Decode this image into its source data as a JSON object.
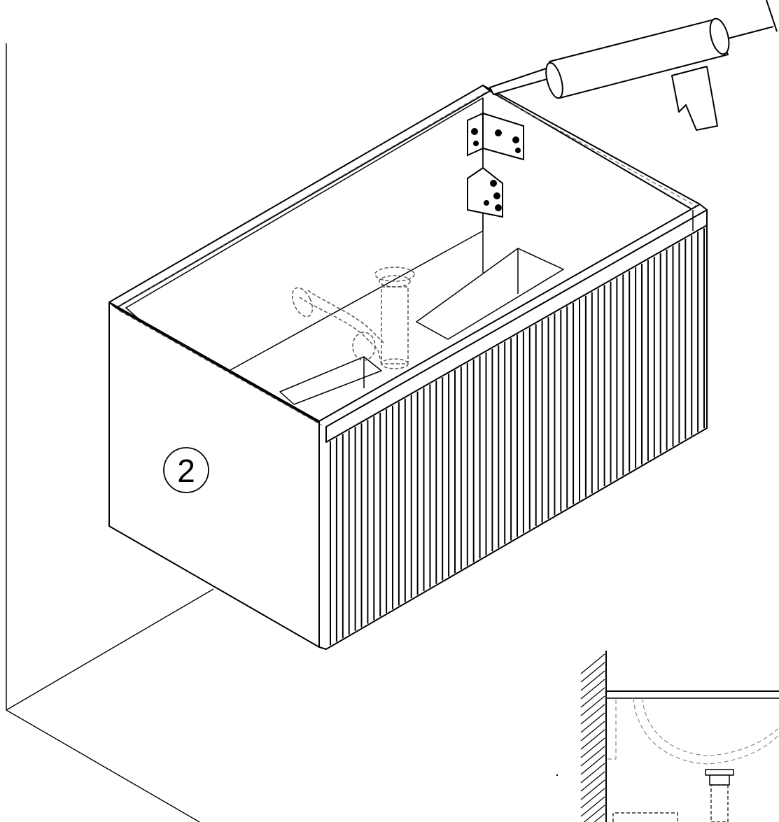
{
  "diagram": {
    "step_number": "2",
    "parts": [
      {
        "id": "wall",
        "icon": "wall-corner"
      },
      {
        "id": "vanity",
        "icon": "vanity-cabinet-icon"
      },
      {
        "id": "fluted-front",
        "icon": "fluted-drawer-front-icon"
      },
      {
        "id": "caulk-gun",
        "icon": "caulk-gun-icon"
      },
      {
        "id": "brackets",
        "icon": "wall-bracket-icon"
      },
      {
        "id": "plumbing",
        "icon": "drain-pipe-icon"
      },
      {
        "id": "detail-view",
        "icon": "section-detail-icon"
      }
    ],
    "colors": {
      "line": "#000000",
      "background": "#ffffff",
      "dashed": "#888888"
    }
  }
}
